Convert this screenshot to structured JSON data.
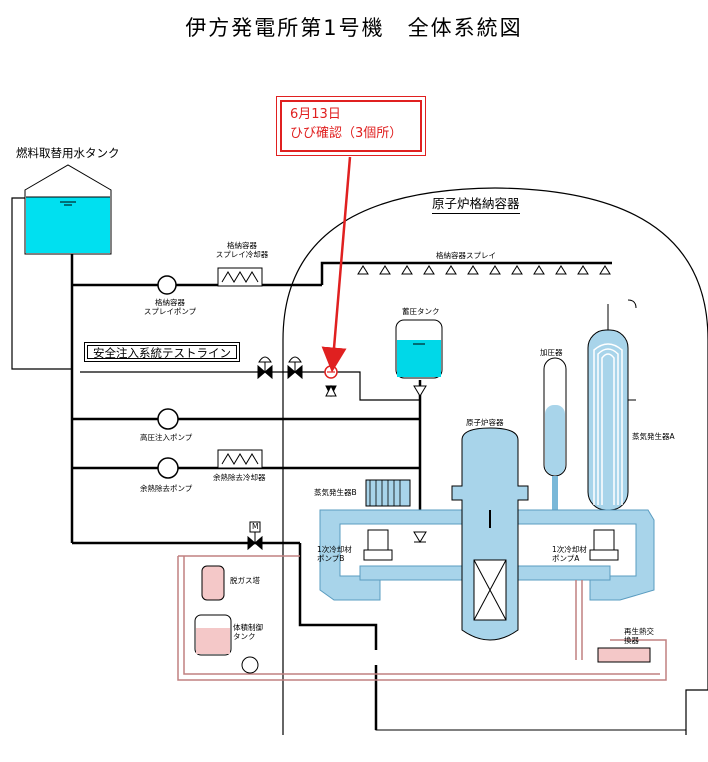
{
  "title": "伊方発電所第1号機　全体系統図",
  "callout": {
    "line1": "6月13日",
    "line2": "ひび確認（3個所）",
    "color": "#e02020"
  },
  "labels": {
    "fuel_tank": "燃料取替用水タンク",
    "containment_vessel": "原子炉格納容器",
    "cv_cooler_1": "格納容器",
    "cv_cooler_2": "スプレイ冷却器",
    "cv_spray_pump_1": "格納容器",
    "cv_spray_pump_2": "スプレイポンプ",
    "cv_spray": "格納容器スプレイ",
    "safety_test_line": "安全注入系統テストライン",
    "accumulator": "蓄圧タンク",
    "pressurizer": "加圧器",
    "hp_pump": "高圧注入ポンプ",
    "rhr_pump": "余熱除去ポンプ",
    "rhr_cooler": "余熱除去冷却器",
    "reactor_vessel": "原子炉容器",
    "sg_a": "蒸気発生器A",
    "sg_b": "蒸気発生器B",
    "rcp_b_1": "1次冷却材",
    "rcp_b_2": "ポンプB",
    "rcp_a_1": "1次冷却材",
    "rcp_a_2": "ポンプA",
    "degasifier": "脱ガス塔",
    "vct_1": "体積制御",
    "vct_2": "タンク",
    "regen_hx_1": "再生熱交",
    "regen_hx_2": "換器",
    "motor_valve": "M"
  },
  "colors": {
    "coolant": "#a8d4ea",
    "coolant_dark": "#7ab8d8",
    "water": "#00c8d8",
    "cvcs": "#f4c8c8",
    "cvcs_line": "#c08080",
    "callout": "#e02020"
  }
}
